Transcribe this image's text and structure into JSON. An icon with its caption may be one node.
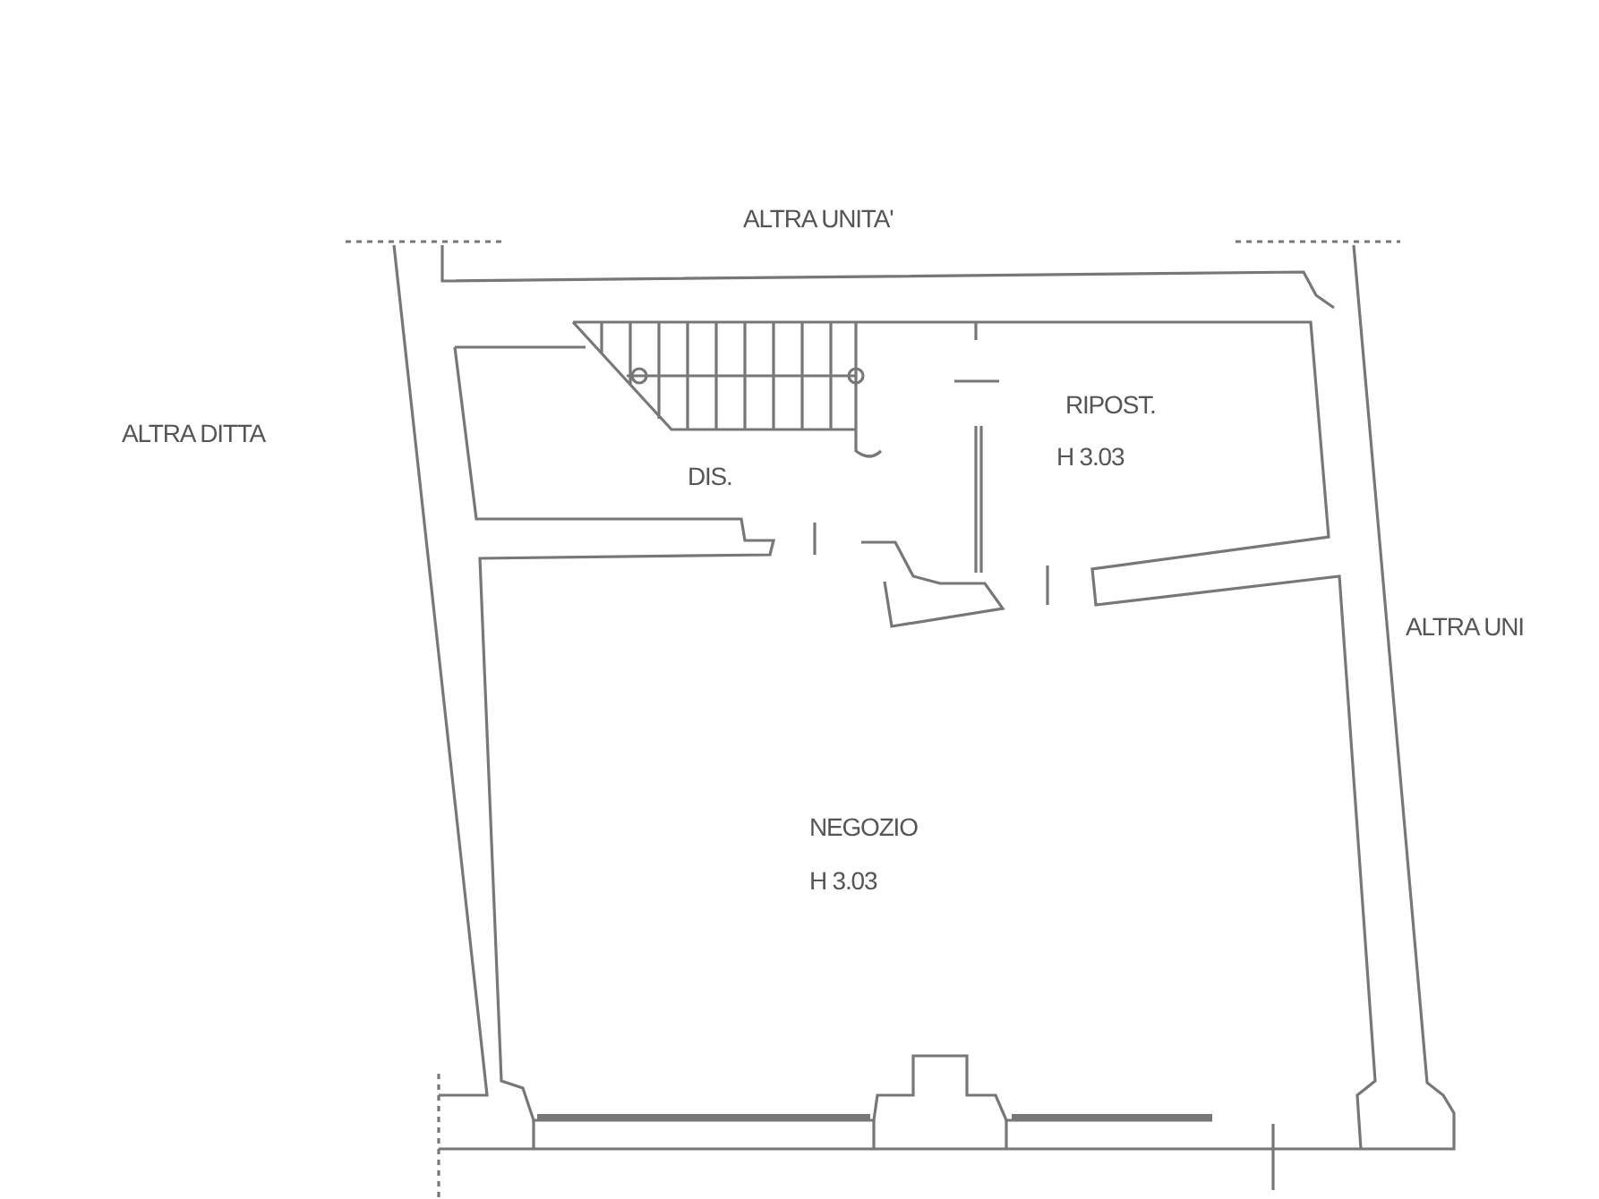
{
  "diagram": {
    "labels": [
      "ALTRA UNITA'",
      "RIPOST.",
      "ALTRA DITTA",
      "H 3.03",
      "DIS.",
      "ALTRA UNI",
      "NEGOZIO",
      "H 3.03"
    ]
  }
}
